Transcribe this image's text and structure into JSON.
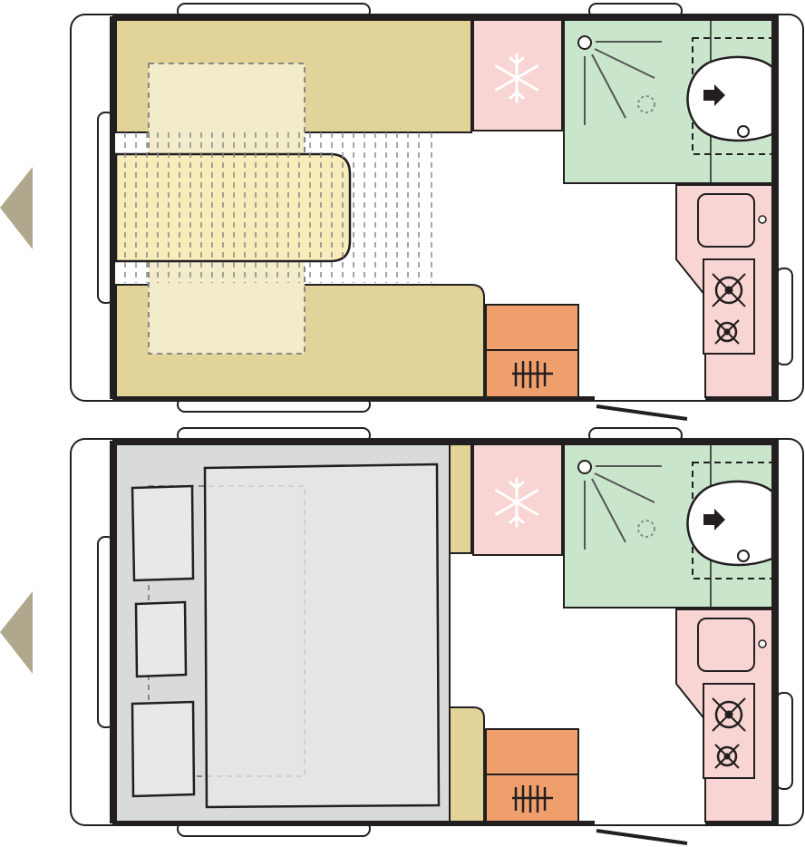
{
  "diagram": {
    "kind": "caravan-floor-plan",
    "layouts": [
      {
        "id": "day",
        "front_seating": "u-shaped-dinette",
        "table": "dinette-table"
      },
      {
        "id": "night",
        "front_seating": "made-up-double-bed",
        "pillows": 3
      }
    ],
    "fixtures": [
      "fridge",
      "shower",
      "toilet",
      "sink",
      "hob",
      "wardrobe",
      "heater",
      "entrance-door",
      "windows"
    ]
  },
  "colors": {
    "seating": "#e2d398",
    "seating_light": "#f2eccb",
    "table": "#f7ecba",
    "fridge": "#f8d5d2",
    "washroom": "#c9e6cc",
    "kitchen": "#f8d5d2",
    "wardrobe": "#ef9f6c",
    "bed": "#d9dadc",
    "bed_sheet": "#e7e8ea",
    "wall": "#231f20",
    "direction_arrow": "#b0a88c"
  },
  "icons": {
    "fridge": "snowflake-icon",
    "hob": "burner-icon",
    "heater": "heater-icon",
    "toilet": "arrow-right-icon",
    "direction": "triangle-left-icon"
  }
}
